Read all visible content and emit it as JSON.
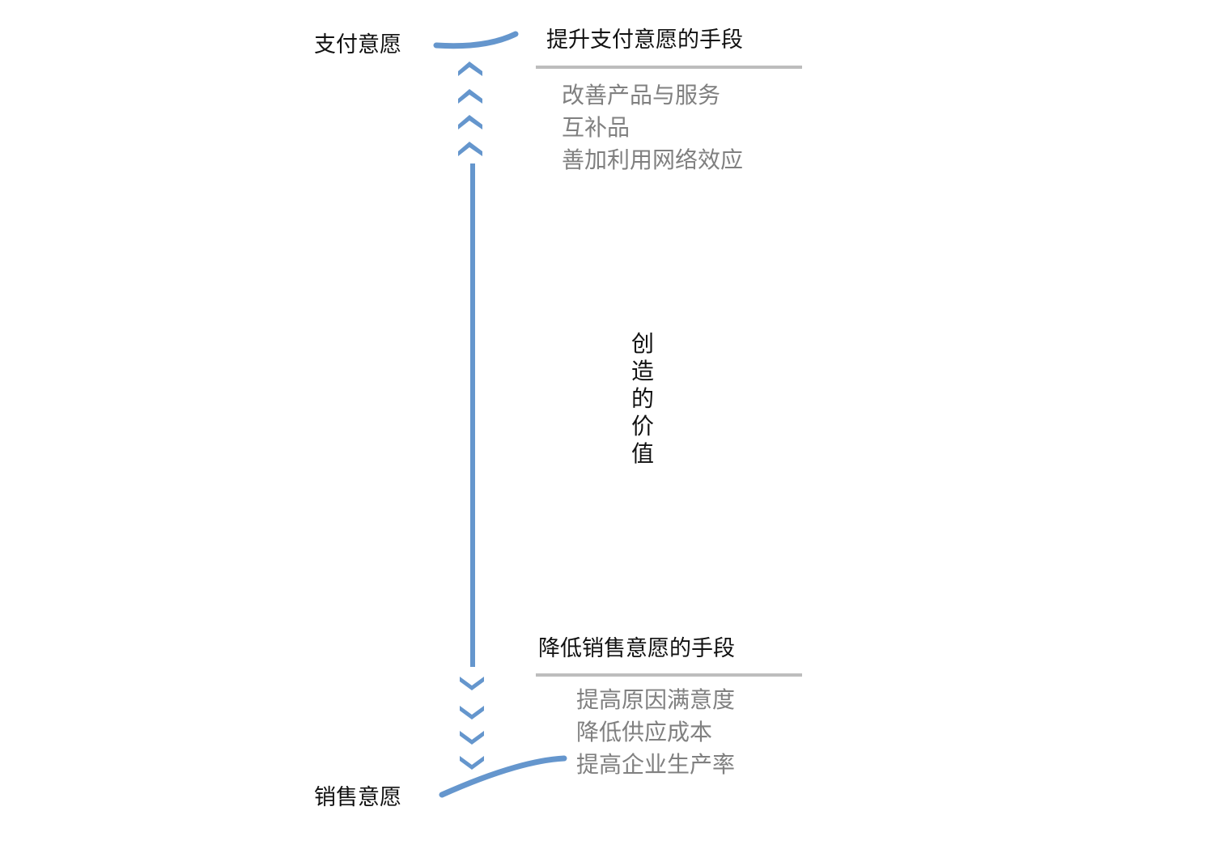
{
  "top_label": "支付意愿",
  "bottom_label": "销售意愿",
  "center_label": "创造的价值",
  "upper_section": {
    "heading": "提升支付意愿的手段",
    "items": [
      "改善产品与服务",
      "互补品",
      "善加利用网络效应"
    ]
  },
  "lower_section": {
    "heading": "降低销售意愿的手段",
    "items": [
      "提高原因满意度",
      "降低供应成本",
      "提高企业生产率"
    ]
  },
  "colors": {
    "arrow": "#6495cc",
    "rule": "#bdbdbd",
    "item_text": "#808080"
  }
}
